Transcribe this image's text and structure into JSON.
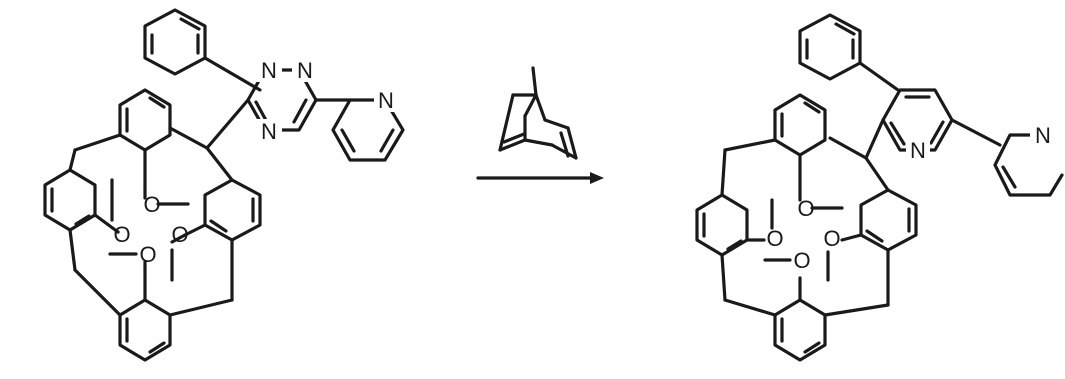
{
  "scheme": {
    "reactant": {
      "atoms": {
        "n1": "N",
        "n2": "N",
        "n4": "N",
        "n_py": "N",
        "o1": "O",
        "o2": "O",
        "o3": "O",
        "o4": "O"
      }
    },
    "reagent": {
      "label": ""
    },
    "product": {
      "atoms": {
        "n_pyridine": "N",
        "n_py": "N",
        "o1": "O",
        "o2": "O",
        "o3": "O",
        "o4": "O"
      }
    }
  }
}
